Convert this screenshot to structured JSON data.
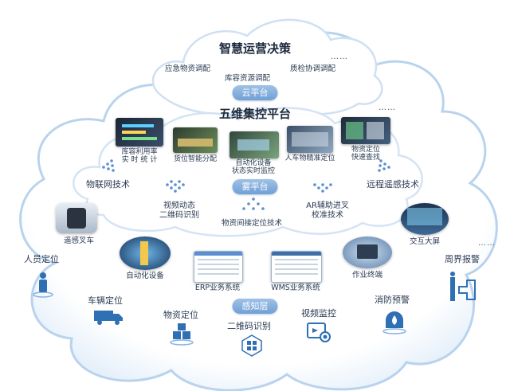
{
  "cloud": {
    "title": "智慧运营决策",
    "items": [
      "应急物资调配",
      "库容资源调配",
      "质检协调调配"
    ],
    "more": "……",
    "badge": "云平台"
  },
  "platform": {
    "title": "五维集控平台",
    "more": "……",
    "cards": [
      {
        "line1": "库容利用率",
        "line2": "实 时 统 计"
      },
      {
        "line1": "货位智能分配",
        "line2": ""
      },
      {
        "line1": "自动化设备",
        "line2": "状态实时监控"
      },
      {
        "line1": "人车物精准定位",
        "line2": ""
      },
      {
        "line1": "物资定位",
        "line2": "快速查找"
      }
    ]
  },
  "fog": {
    "badge": "雾平台",
    "techs": [
      "物联网技术",
      "视频动态",
      "二维码识别",
      "物资间接定位技术",
      "AR辅助进叉",
      "校准技术",
      "远程遥感技术"
    ]
  },
  "edge": {
    "badge": "感知层",
    "items": [
      "遥感叉车",
      "自动化设备",
      "ERP业务系统",
      "WMS业务系统",
      "作业终端",
      "交互大屏"
    ],
    "more": "……"
  },
  "perception": {
    "items": [
      "人员定位",
      "车辆定位",
      "物资定位",
      "二维码识别",
      "视频监控",
      "消防预警",
      "周界报警"
    ]
  },
  "colors": {
    "accent": "#6f9fd6",
    "icon": "#2f6fb4",
    "cloud_stroke": "#b9d3ee"
  }
}
